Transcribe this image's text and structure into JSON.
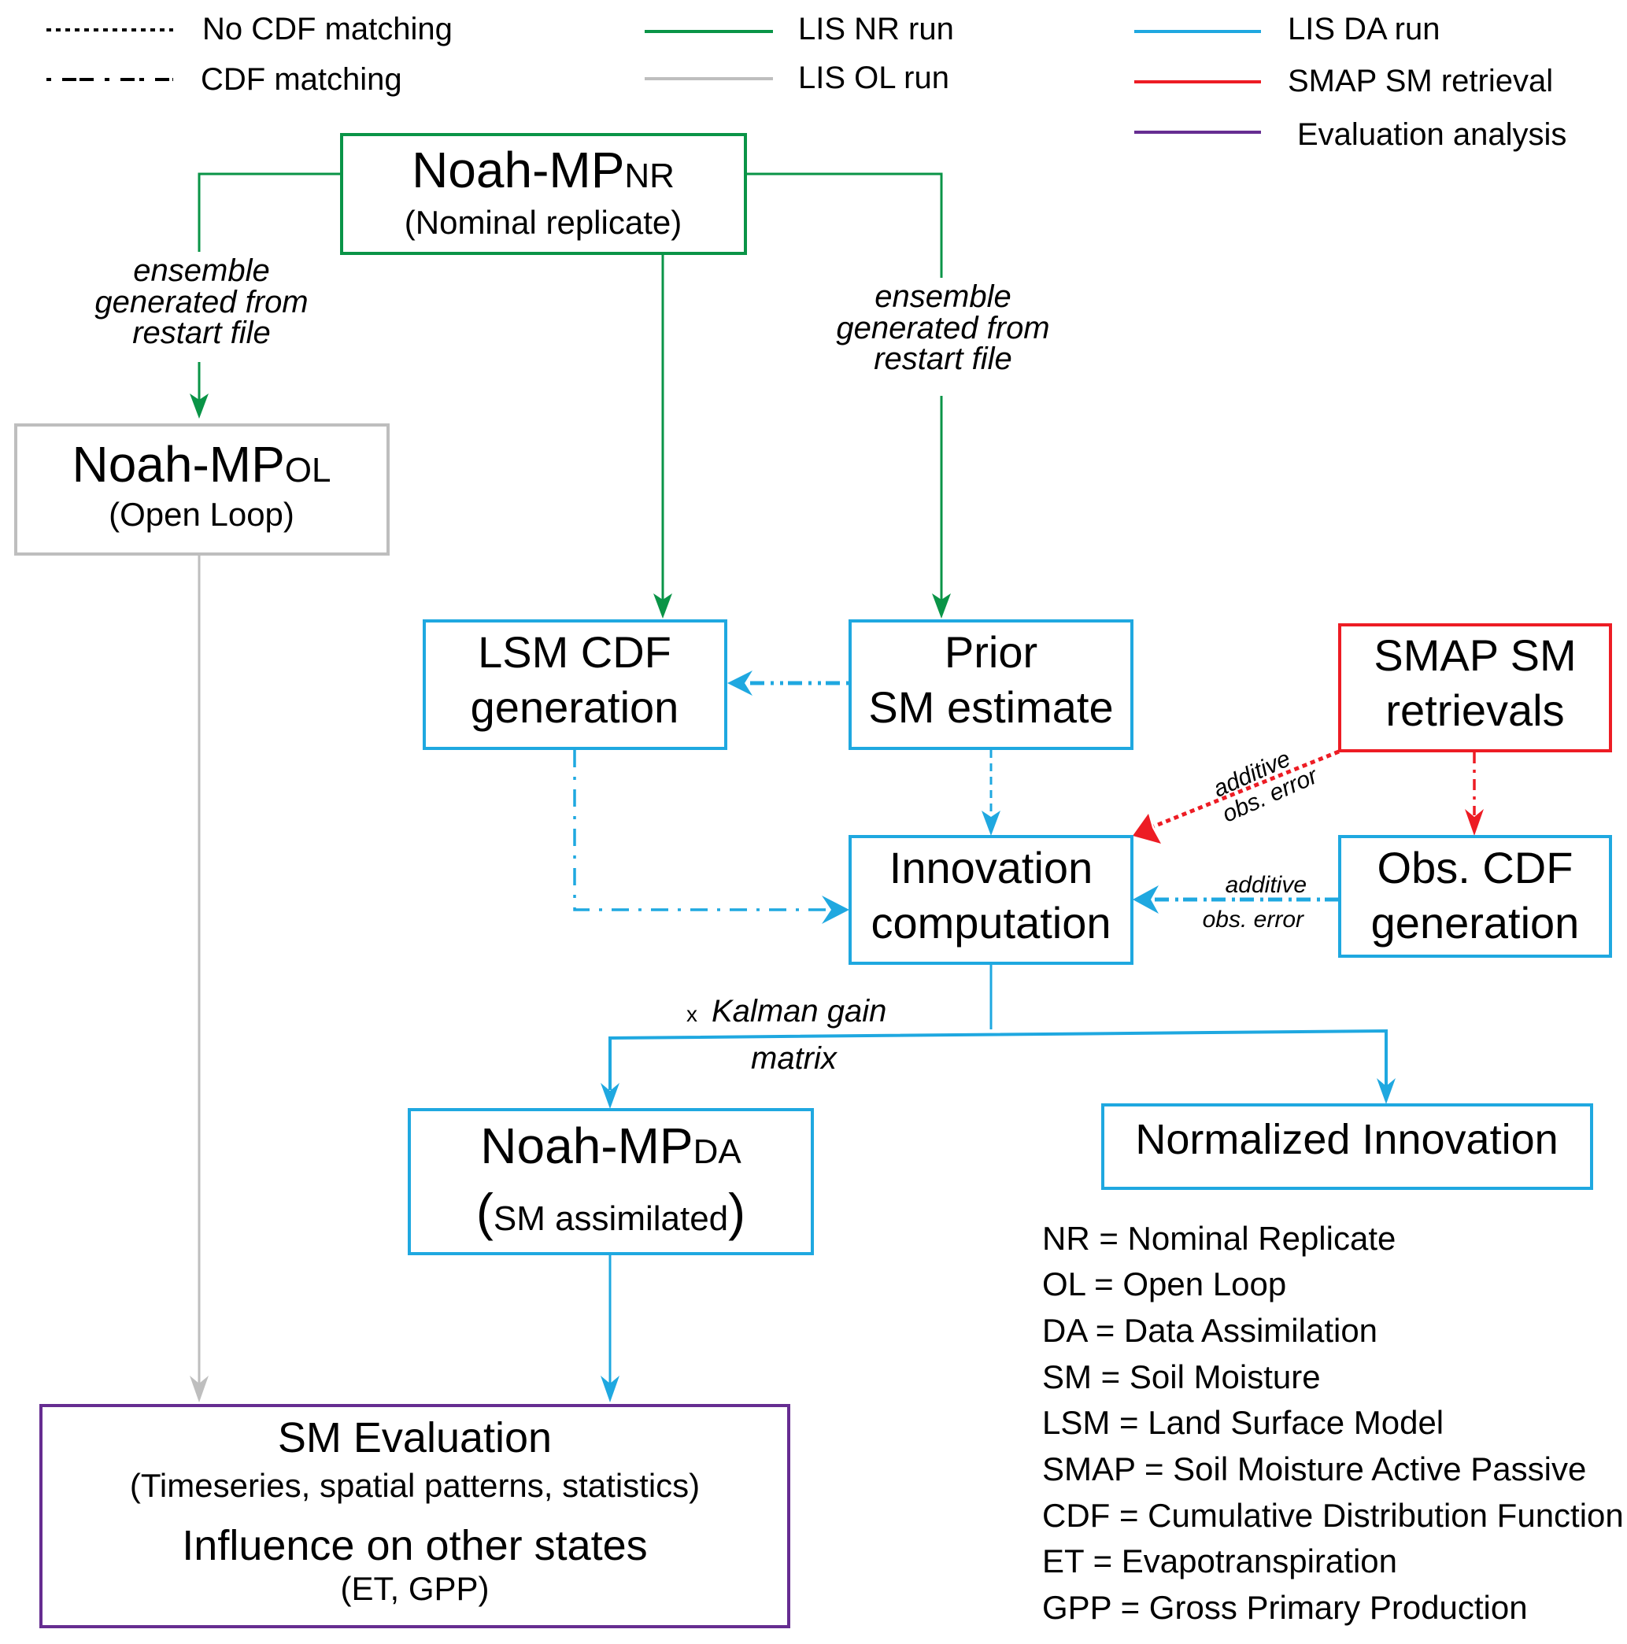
{
  "legend": {
    "line_styles": [
      {
        "label": "No CDF matching",
        "style": "dotted"
      },
      {
        "label": "CDF matching",
        "style": "dash-dot"
      }
    ],
    "runs": [
      {
        "label": "LIS NR run",
        "color": "#0a9447"
      },
      {
        "label": "LIS OL run",
        "color": "#bebebe"
      },
      {
        "label": "LIS DA run",
        "color": "#1fa8e0"
      },
      {
        "label": "SMAP SM retrieval",
        "color": "#ed1c24"
      },
      {
        "label": "Evaluation analysis",
        "color": "#662d91"
      }
    ]
  },
  "colors": {
    "nr_green": "#0a9447",
    "ol_gray": "#bebebe",
    "da_blue": "#1fa8e0",
    "smap_red": "#ed1c24",
    "eval_purple": "#662d91"
  },
  "nodes": {
    "noah_nr": {
      "title": "Noah-MP",
      "subscript": "NR",
      "subtitle": "(Nominal replicate)"
    },
    "noah_ol": {
      "title": "Noah-MP",
      "subscript": "OL",
      "subtitle": "(Open Loop)"
    },
    "lsm_cdf": {
      "line1": "LSM CDF",
      "line2": "generation"
    },
    "prior_sm": {
      "line1": "Prior",
      "line2": "SM estimate"
    },
    "smap_sm": {
      "line1": "SMAP SM",
      "line2": "retrievals"
    },
    "innovation": {
      "line1": "Innovation",
      "line2": "computation"
    },
    "obs_cdf": {
      "line1": "Obs. CDF",
      "line2": "generation"
    },
    "noah_da": {
      "title": "Noah-MP",
      "subscript": "DA",
      "subtitle": "SM assimilated",
      "paren_open": "(",
      "paren_close": ")"
    },
    "norm_innov": {
      "label": "Normalized Innovation"
    },
    "sm_eval": {
      "line1": "SM Evaluation",
      "line2": "(Timeseries, spatial patterns, statistics)",
      "line3": "Influence on other states",
      "line4": "(ET, GPP)"
    }
  },
  "edge_labels": {
    "ensemble_left": [
      "ensemble",
      "generated from",
      "restart file"
    ],
    "ensemble_right": [
      "ensemble",
      "generated from",
      "restart file"
    ],
    "smap_to_innov": [
      "additive",
      "obs. error"
    ],
    "obs_to_innov": [
      "additive",
      "obs. error"
    ],
    "kalman_prefix": "x",
    "kalman_line1": "Kalman gain",
    "kalman_line2": "matrix"
  },
  "abbreviations": [
    "NR = Nominal Replicate",
    "OL = Open Loop",
    "DA = Data Assimilation",
    "SM = Soil Moisture",
    "LSM = Land Surface Model",
    "SMAP = Soil Moisture Active Passive",
    "CDF = Cumulative Distribution Function",
    "ET = Evapotranspiration",
    "GPP = Gross Primary Production"
  ]
}
